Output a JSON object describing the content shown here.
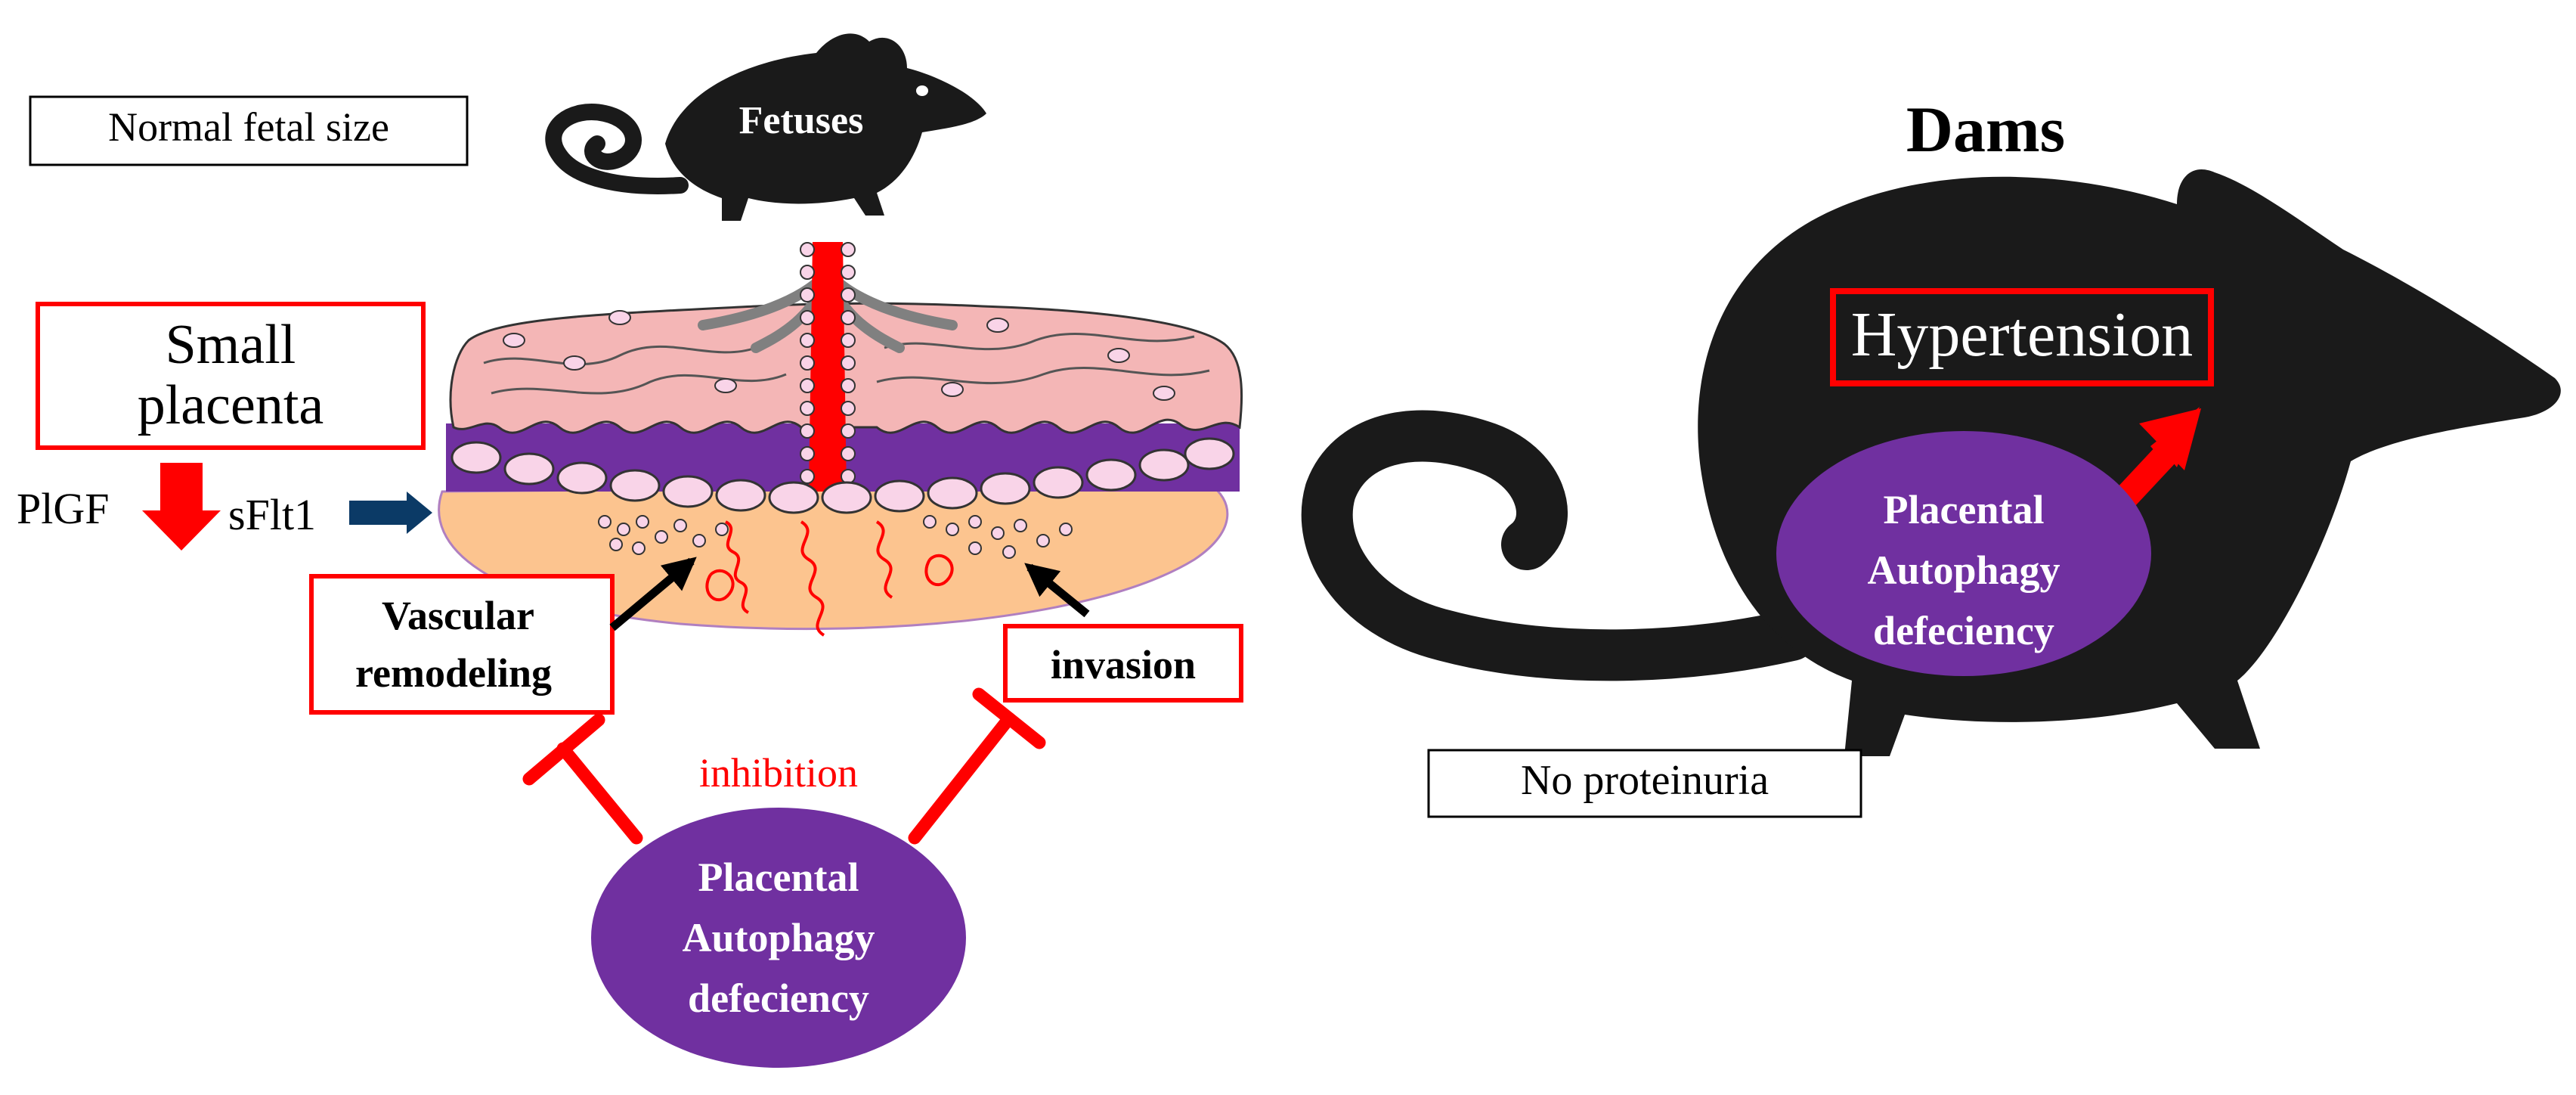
{
  "left_panel": {
    "normal_fetal_size": "Normal fetal size",
    "fetuses": "Fetuses",
    "small_placenta_line1": "Small",
    "small_placenta_line2": "placenta",
    "plgf": "PlGF",
    "sflt1": "sFlt1",
    "vascular_line1": "Vascular",
    "vascular_line2": "remodeling",
    "invasion": "invasion",
    "inhibition": "inhibition",
    "autophagy_line1": "Placental",
    "autophagy_line2": "Autophagy",
    "autophagy_line3": "defeciency"
  },
  "right_panel": {
    "dams": "Dams",
    "hypertension": "Hypertension",
    "autophagy_line1": "Placental",
    "autophagy_line2": "Autophagy",
    "autophagy_line3": "defeciency",
    "no_proteinuria": "No proteinuria"
  },
  "colors": {
    "red": "#ff0000",
    "purple": "#7030a0",
    "black": "#1a1a1a",
    "placenta_pink": "#f4b6b6",
    "decidua_orange": "#fcc48f",
    "arrow_blue": "#0b3a66"
  },
  "icons": [
    "mouse-icon-fetus",
    "mouse-icon-dam",
    "placenta-icon",
    "inhibition-bar-icon",
    "arrow-icon"
  ]
}
